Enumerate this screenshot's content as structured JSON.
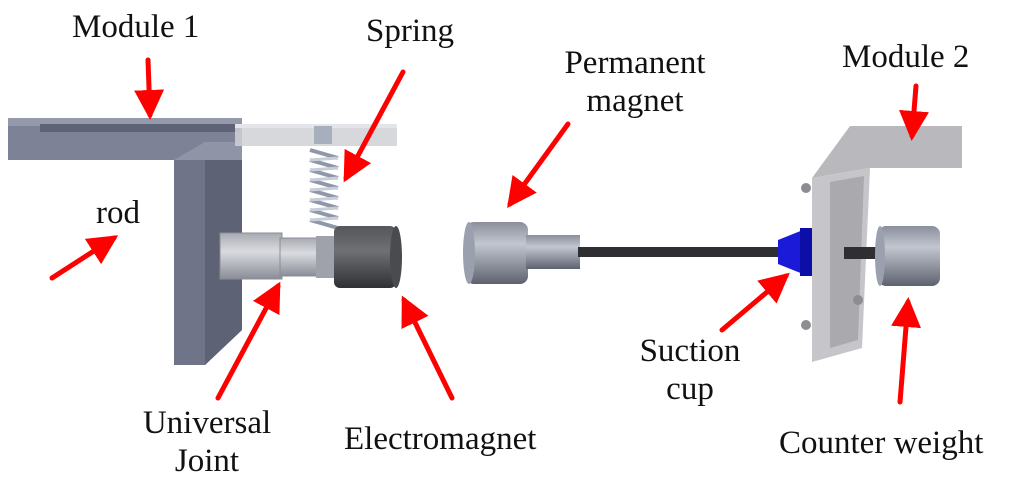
{
  "labels": {
    "module1": "Module 1",
    "spring": "Spring",
    "permanent_magnet": [
      "Permanent",
      "magnet"
    ],
    "module2": "Module 2",
    "rod": "rod",
    "universal_joint": [
      "Universal",
      "Joint"
    ],
    "electromagnet": "Electromagnet",
    "suction_cup": [
      "Suction",
      "cup"
    ],
    "counter_weight": "Counter weight"
  },
  "colors": {
    "arrow": "#ff0000",
    "module_metal": "#7d8297",
    "plate_metal": "#b9b9bd",
    "suction_cup": "#1a1ad8",
    "spring": "#9aa2b3",
    "electromagnet": "#3c3c3e"
  }
}
